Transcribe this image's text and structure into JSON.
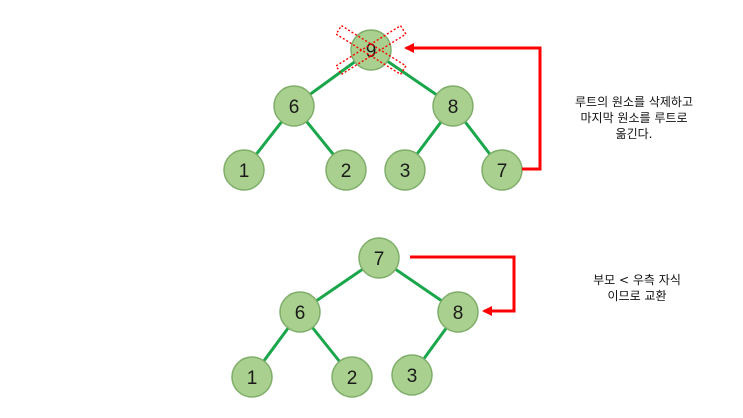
{
  "colors": {
    "node_fill": "#a9d08e",
    "node_stroke": "#7fae6a",
    "edge": "#1aa64b",
    "arrow": "#ff0000",
    "cross": "#ff0000"
  },
  "tree_before": {
    "nodes": [
      {
        "id": "r",
        "label": "9",
        "deleted": true
      },
      {
        "id": "a",
        "label": "6"
      },
      {
        "id": "b",
        "label": "8"
      },
      {
        "id": "c",
        "label": "1"
      },
      {
        "id": "d",
        "label": "2"
      },
      {
        "id": "e",
        "label": "3"
      },
      {
        "id": "f",
        "label": "7"
      }
    ],
    "edges": [
      [
        "r",
        "a"
      ],
      [
        "r",
        "b"
      ],
      [
        "a",
        "c"
      ],
      [
        "a",
        "d"
      ],
      [
        "b",
        "e"
      ],
      [
        "b",
        "f"
      ]
    ]
  },
  "tree_after": {
    "nodes": [
      {
        "id": "r",
        "label": "7"
      },
      {
        "id": "a",
        "label": "6"
      },
      {
        "id": "b",
        "label": "8"
      },
      {
        "id": "c",
        "label": "1"
      },
      {
        "id": "d",
        "label": "2"
      },
      {
        "id": "e",
        "label": "3"
      }
    ],
    "edges": [
      [
        "r",
        "a"
      ],
      [
        "r",
        "b"
      ],
      [
        "a",
        "c"
      ],
      [
        "a",
        "d"
      ],
      [
        "b",
        "e"
      ]
    ]
  },
  "notes": {
    "top": [
      "루트의 원소를 삭제하고",
      "마지막 원소를 루트로",
      "옮긴다."
    ],
    "bottom": [
      "부모 < 우측 자식",
      "이므로 교환"
    ]
  }
}
